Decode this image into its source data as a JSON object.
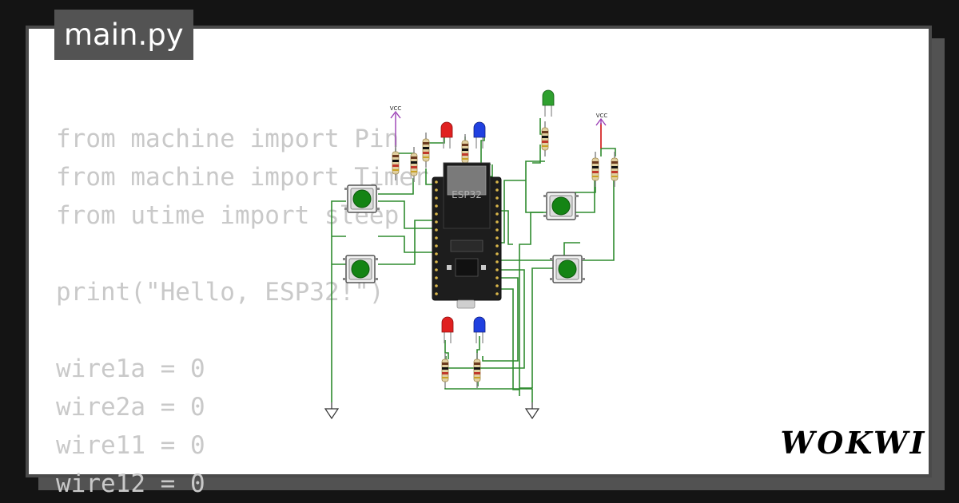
{
  "tab": {
    "filename": "main.py"
  },
  "code_lines": [
    "from machine import Pin",
    "from machine import Timer",
    "from utime import sleep",
    "",
    "print(\"Hello, ESP32!\")",
    "",
    "wire1a = 0",
    "wire2a = 0",
    "wire11 = 0",
    "wire12 = 0"
  ],
  "circuit": {
    "board_label": "ESP32",
    "vcc_left": "VCC",
    "vcc_right": "VCC"
  },
  "brand": {
    "logo_text": "WOKWI"
  },
  "colors": {
    "background": "#141414",
    "card": "#ffffff",
    "tab": "#535353",
    "code_text": "#c9c9c9",
    "wire": "#2e8b2e",
    "button_cap": "#148414",
    "led_red": "#e02020",
    "led_blue": "#2040e0",
    "led_green": "#2fa02f",
    "vcc": "#9b3fb5"
  }
}
